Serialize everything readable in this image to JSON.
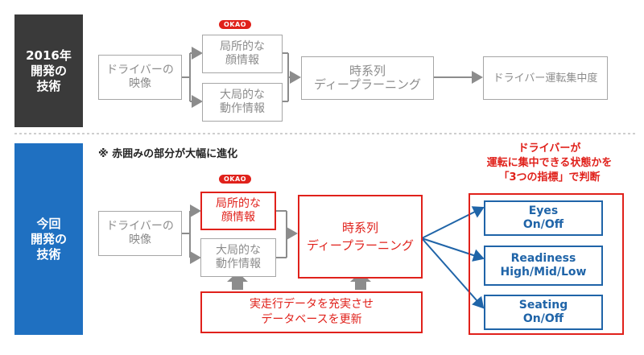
{
  "top_section": {
    "side_label": "2016年\n開発の\n技術",
    "logo": "OKAO",
    "input_box": "ドライバーの\n映像",
    "face_box": "局所的な\n顔情報",
    "motion_box": "大局的な\n動作情報",
    "deep_box": "時系列\nディープラーニング",
    "output_box": "ドライバー運転集中度"
  },
  "bottom_section": {
    "side_label": "今回\n開発の\n技術",
    "note": "※ 赤囲みの部分が大幅に進化",
    "logo": "OKAO",
    "input_box": "ドライバーの\n映像",
    "face_box": "局所的な\n顔情報",
    "motion_box": "大局的な\n動作情報",
    "deep_box": "時系列\nディープラーニング",
    "database_box": "実走行データを充実させ\nデータベースを更新",
    "judge_title": "ドライバーが\n運転に集中できる状態かを\n「3つの指標」で判断",
    "indicators": [
      "Eyes\nOn/Off",
      "Readiness\nHigh/Mid/Low",
      "Seating\nOn/Off"
    ]
  },
  "colors": {
    "dark_panel": "#3a3a3a",
    "blue_panel": "#1f70c1",
    "red": "#e0211b",
    "blue": "#1f64a8",
    "gray": "#a6a6a6"
  }
}
